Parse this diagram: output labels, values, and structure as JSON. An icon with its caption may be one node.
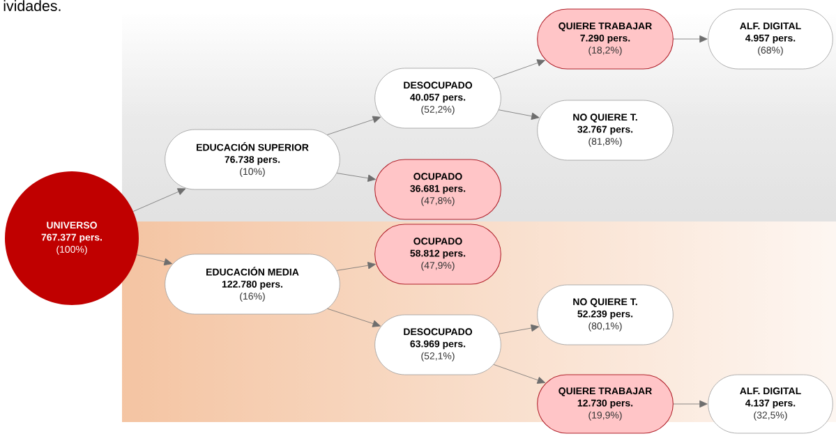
{
  "diagram": {
    "nodes": [
      {
        "text": [
          "UNIVERSO",
          "767.377 pers.",
          "(100%)"
        ]
      },
      {
        "text": [
          "EDUCACIÓN SUPERIOR",
          "76.738 pers.",
          "(10%)"
        ]
      },
      {
        "text": [
          "DESOCUPADO",
          "40.057 pers.",
          "(52,2%)"
        ]
      },
      {
        "text": [
          "QUIERE TRABAJAR",
          "7.290 pers.",
          "(18,2%)"
        ]
      },
      {
        "text": [
          "ALF. DIGITAL",
          "4.957 pers.",
          "(68%)"
        ]
      },
      {
        "text": [
          "NO QUIERE T.",
          "32.767 pers.",
          "(81,8%)"
        ]
      },
      {
        "text": [
          "OCUPADO",
          "36.681 pers.",
          "(47,8%)"
        ]
      },
      {
        "text": [
          "EDUCACIÓN MEDIA",
          "122.780 pers.",
          "(16%)"
        ]
      },
      {
        "text": [
          "OCUPADO",
          "58.812 pers.",
          "(47,9%)"
        ]
      },
      {
        "text": [
          "NO QUIERE T.",
          "52.239 pers.",
          "(80,1%)"
        ]
      },
      {
        "text": [
          "DESOCUPADO",
          "63.969 pers.",
          "(52,1%)"
        ]
      },
      {
        "text": [
          "QUIERE TRABAJAR",
          "12.730 pers.",
          "(19,9%)"
        ]
      },
      {
        "text": [
          "ALF. DIGITAL",
          "4.137 pers.",
          "(32,5%)"
        ]
      }
    ],
    "edges": [
      {
        "from": 0,
        "to": 1,
        "arrow": "to"
      },
      {
        "from": 0,
        "to": 7,
        "arrow": "to"
      },
      {
        "from": 1,
        "to": 2,
        "arrow": "to"
      },
      {
        "from": 1,
        "to": 6,
        "arrow": "to"
      },
      {
        "from": 2,
        "to": 3,
        "arrow": "to"
      },
      {
        "from": 2,
        "to": 5,
        "arrow": "to"
      },
      {
        "from": 3,
        "to": 4,
        "arrow": "to"
      },
      {
        "from": 7,
        "to": 8,
        "arrow": "to"
      },
      {
        "from": 7,
        "to": 10,
        "arrow": "to"
      },
      {
        "from": 10,
        "to": 9,
        "arrow": "to"
      },
      {
        "from": 10,
        "to": 11,
        "arrow": "to"
      },
      {
        "from": 11,
        "to": 12,
        "arrow": "to"
      }
    ],
    "labels": [
      "ividades."
    ]
  }
}
